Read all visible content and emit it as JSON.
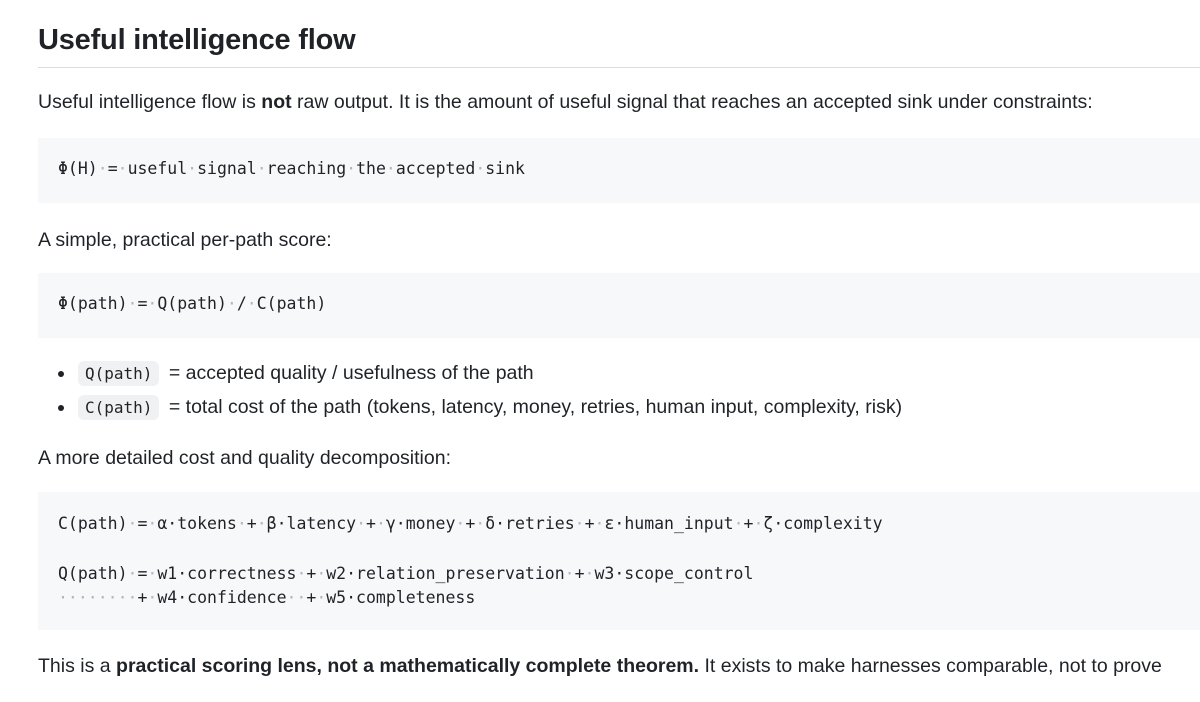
{
  "heading": "Useful intelligence flow",
  "intro": {
    "before_bold": "Useful intelligence flow is ",
    "bold": "not",
    "after_bold": " raw output. It is the amount of useful signal that reaches an accepted sink under constraints:"
  },
  "code1": "Φ(H) = useful signal reaching the accepted sink",
  "simple_score_text": "A simple, practical per-path score:",
  "code2": "Φ(path) = Q(path) / C(path)",
  "bullets": [
    {
      "code": "Q(path)",
      "text": "= accepted quality / usefulness of the path"
    },
    {
      "code": "C(path)",
      "text": "= total cost of the path (tokens, latency, money, retries, human input, complexity, risk)"
    }
  ],
  "decomposition_text": "A more detailed cost and quality decomposition:",
  "code3": [
    "C(path) = α·tokens + β·latency + γ·money + δ·retries + ε·human_input + ζ·complexity",
    "",
    "Q(path) = w1·correctness + w2·relation_preservation + w3·scope_control",
    "        + w4·confidence  + w5·completeness"
  ],
  "closing": {
    "before_bold": "This is a ",
    "bold": "practical scoring lens, not a mathematically complete theorem.",
    "after_bold": " It exists to make harnesses comparable, not to prove"
  }
}
